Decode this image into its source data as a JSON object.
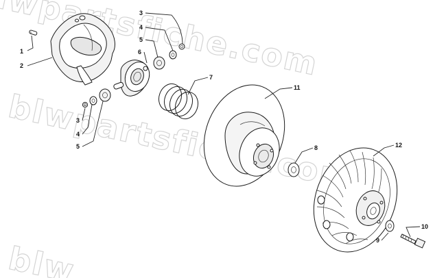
{
  "watermark": {
    "text": "blwpartsfiche.com",
    "partial_top": "blwpartsfiche.com",
    "partial_bottom": "blw"
  },
  "callouts": [
    {
      "id": "c1",
      "label": "1"
    },
    {
      "id": "c2",
      "label": "2"
    },
    {
      "id": "c3a",
      "label": "3"
    },
    {
      "id": "c4a",
      "label": "4"
    },
    {
      "id": "c5a",
      "label": "5"
    },
    {
      "id": "c6",
      "label": "6"
    },
    {
      "id": "c7",
      "label": "7"
    },
    {
      "id": "c3b",
      "label": "3"
    },
    {
      "id": "c4b",
      "label": "4"
    },
    {
      "id": "c5b",
      "label": "5"
    },
    {
      "id": "c11",
      "label": "11"
    },
    {
      "id": "c8",
      "label": "8"
    },
    {
      "id": "c12",
      "label": "12"
    },
    {
      "id": "c10",
      "label": "10"
    },
    {
      "id": "c9",
      "label": "9"
    }
  ]
}
